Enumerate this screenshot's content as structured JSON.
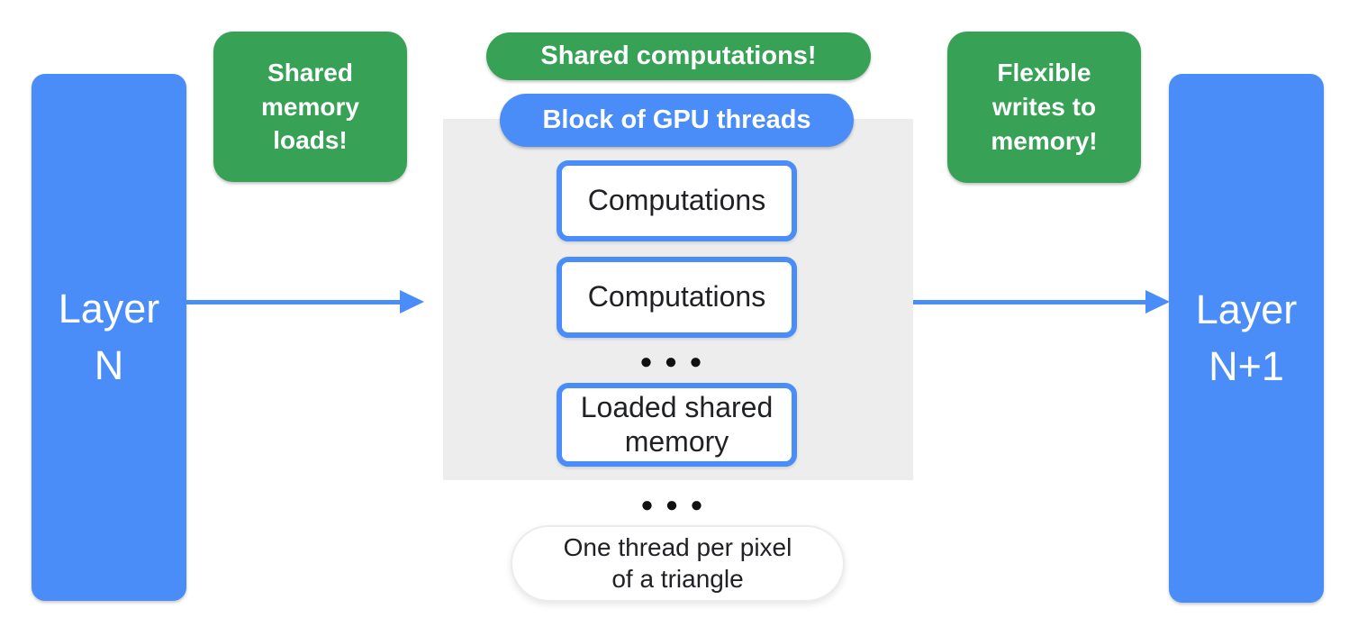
{
  "colors": {
    "blue": "#4A8DF8",
    "green": "#37A156",
    "container_gray": "#EDEDED",
    "text_dark": "#202124",
    "pill_border": "#ECECEC"
  },
  "layers": {
    "left": {
      "line1": "Layer",
      "line2": "N"
    },
    "right": {
      "line1": "Layer",
      "line2": "N+1"
    }
  },
  "annotations": {
    "shared_memory_loads": {
      "lines": [
        "Shared",
        "memory",
        "loads!"
      ]
    },
    "flexible_writes": {
      "lines": [
        "Flexible",
        "writes to",
        "memory!"
      ]
    },
    "shared_computations": "Shared computations!",
    "block_of_gpu_threads": "Block of GPU threads",
    "one_thread_note": {
      "line1": "One thread per pixel",
      "line2": "of a triangle"
    }
  },
  "gpu_block": {
    "threads": [
      "Computations",
      "Computations",
      "Loaded shared memory"
    ],
    "ellipsis": "●●●"
  }
}
